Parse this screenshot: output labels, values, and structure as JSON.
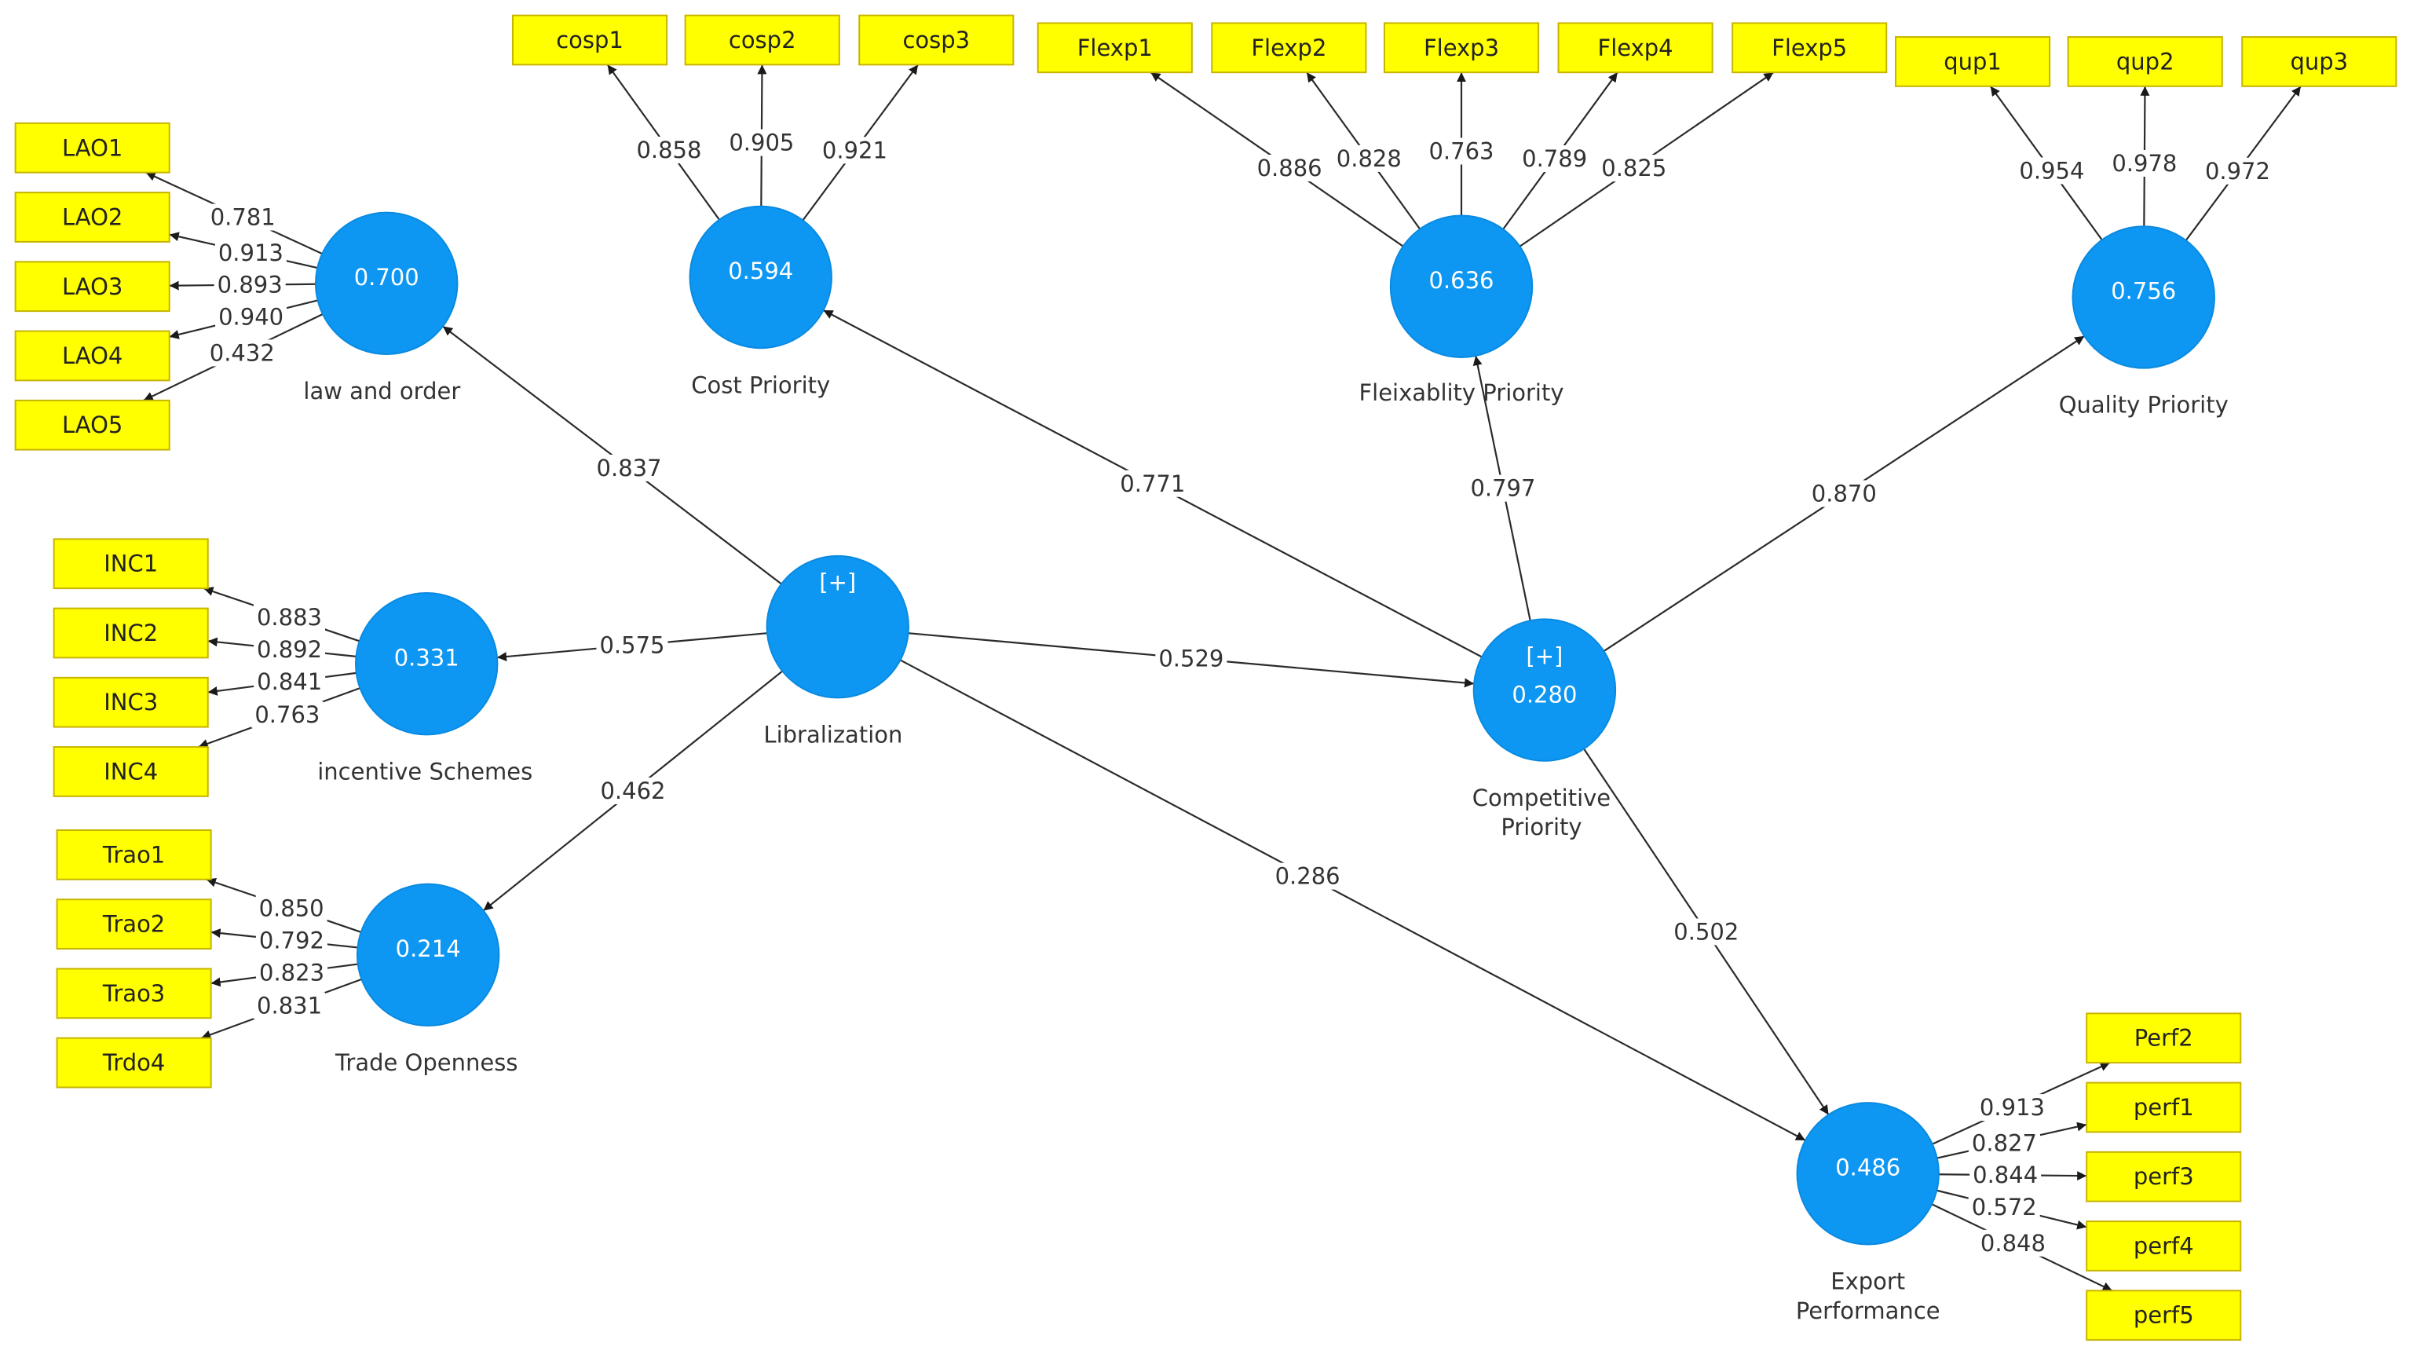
{
  "colors": {
    "latent_fill": "#0d97f2",
    "indicator_fill": "#ffff00",
    "edge": "#2b2b2b"
  },
  "indicators": [
    {
      "id": "cosp1",
      "label": "cosp1"
    },
    {
      "id": "cosp2",
      "label": "cosp2"
    },
    {
      "id": "cosp3",
      "label": "cosp3"
    },
    {
      "id": "Flexp1",
      "label": "Flexp1"
    },
    {
      "id": "Flexp2",
      "label": "Flexp2"
    },
    {
      "id": "Flexp3",
      "label": "Flexp3"
    },
    {
      "id": "Flexp4",
      "label": "Flexp4"
    },
    {
      "id": "Flexp5",
      "label": "Flexp5"
    },
    {
      "id": "qup1",
      "label": "qup1"
    },
    {
      "id": "qup2",
      "label": "qup2"
    },
    {
      "id": "qup3",
      "label": "qup3"
    },
    {
      "id": "LAO1",
      "label": "LAO1"
    },
    {
      "id": "LAO2",
      "label": "LAO2"
    },
    {
      "id": "LAO3",
      "label": "LAO3"
    },
    {
      "id": "LAO4",
      "label": "LAO4"
    },
    {
      "id": "LAO5",
      "label": "LAO5"
    },
    {
      "id": "INC1",
      "label": "INC1"
    },
    {
      "id": "INC2",
      "label": "INC2"
    },
    {
      "id": "INC3",
      "label": "INC3"
    },
    {
      "id": "INC4",
      "label": "INC4"
    },
    {
      "id": "Trao1",
      "label": "Trao1"
    },
    {
      "id": "Trao2",
      "label": "Trao2"
    },
    {
      "id": "Trao3",
      "label": "Trao3"
    },
    {
      "id": "Trdo4",
      "label": "Trdo4"
    },
    {
      "id": "Perf2",
      "label": "Perf2"
    },
    {
      "id": "perf1",
      "label": "perf1"
    },
    {
      "id": "perf3",
      "label": "perf3"
    },
    {
      "id": "perf4",
      "label": "perf4"
    },
    {
      "id": "perf5",
      "label": "perf5"
    }
  ],
  "latents": [
    {
      "id": "lao",
      "value": "0.700",
      "name_lines": [
        "law and order"
      ],
      "plus": ""
    },
    {
      "id": "cost",
      "value": "0.594",
      "name_lines": [
        "Cost Priority"
      ],
      "plus": ""
    },
    {
      "id": "flex",
      "value": "0.636",
      "name_lines": [
        "Fleixablity Priority"
      ],
      "plus": ""
    },
    {
      "id": "qual",
      "value": "0.756",
      "name_lines": [
        "Quality Priority"
      ],
      "plus": ""
    },
    {
      "id": "inc",
      "value": "0.331",
      "name_lines": [
        "incentive Schemes"
      ],
      "plus": ""
    },
    {
      "id": "lib",
      "value": "",
      "name_lines": [
        "Libralization"
      ],
      "plus": "[+]"
    },
    {
      "id": "comp",
      "value": "0.280",
      "name_lines": [
        "Competitive",
        "Priority"
      ],
      "plus": "[+]"
    },
    {
      "id": "trade",
      "value": "0.214",
      "name_lines": [
        "Trade Openness"
      ],
      "plus": ""
    },
    {
      "id": "exp",
      "value": "0.486",
      "name_lines": [
        "Export",
        "Performance"
      ],
      "plus": ""
    }
  ],
  "loadings": [
    {
      "latent": "cost",
      "indicator": "cosp1",
      "value": "0.858"
    },
    {
      "latent": "cost",
      "indicator": "cosp2",
      "value": "0.905"
    },
    {
      "latent": "cost",
      "indicator": "cosp3",
      "value": "0.921"
    },
    {
      "latent": "flex",
      "indicator": "Flexp1",
      "value": "0.886"
    },
    {
      "latent": "flex",
      "indicator": "Flexp2",
      "value": "0.828"
    },
    {
      "latent": "flex",
      "indicator": "Flexp3",
      "value": "0.763"
    },
    {
      "latent": "flex",
      "indicator": "Flexp4",
      "value": "0.789"
    },
    {
      "latent": "flex",
      "indicator": "Flexp5",
      "value": "0.825"
    },
    {
      "latent": "qual",
      "indicator": "qup1",
      "value": "0.954"
    },
    {
      "latent": "qual",
      "indicator": "qup2",
      "value": "0.978"
    },
    {
      "latent": "qual",
      "indicator": "qup3",
      "value": "0.972"
    },
    {
      "latent": "lao",
      "indicator": "LAO1",
      "value": "0.781"
    },
    {
      "latent": "lao",
      "indicator": "LAO2",
      "value": "0.913"
    },
    {
      "latent": "lao",
      "indicator": "LAO3",
      "value": "0.893"
    },
    {
      "latent": "lao",
      "indicator": "LAO4",
      "value": "0.940"
    },
    {
      "latent": "lao",
      "indicator": "LAO5",
      "value": "0.432"
    },
    {
      "latent": "inc",
      "indicator": "INC1",
      "value": "0.883"
    },
    {
      "latent": "inc",
      "indicator": "INC2",
      "value": "0.892"
    },
    {
      "latent": "inc",
      "indicator": "INC3",
      "value": "0.841"
    },
    {
      "latent": "inc",
      "indicator": "INC4",
      "value": "0.763"
    },
    {
      "latent": "trade",
      "indicator": "Trao1",
      "value": "0.850"
    },
    {
      "latent": "trade",
      "indicator": "Trao2",
      "value": "0.792"
    },
    {
      "latent": "trade",
      "indicator": "Trao3",
      "value": "0.823"
    },
    {
      "latent": "trade",
      "indicator": "Trdo4",
      "value": "0.831"
    },
    {
      "latent": "exp",
      "indicator": "Perf2",
      "value": "0.913"
    },
    {
      "latent": "exp",
      "indicator": "perf1",
      "value": "0.827"
    },
    {
      "latent": "exp",
      "indicator": "perf3",
      "value": "0.844"
    },
    {
      "latent": "exp",
      "indicator": "perf4",
      "value": "0.572"
    },
    {
      "latent": "exp",
      "indicator": "perf5",
      "value": "0.848"
    }
  ],
  "paths": [
    {
      "from": "lib",
      "to": "lao",
      "value": "0.837"
    },
    {
      "from": "lib",
      "to": "inc",
      "value": "0.575"
    },
    {
      "from": "lib",
      "to": "trade",
      "value": "0.462"
    },
    {
      "from": "lib",
      "to": "comp",
      "value": "0.529"
    },
    {
      "from": "lib",
      "to": "exp",
      "value": "0.286"
    },
    {
      "from": "comp",
      "to": "cost",
      "value": "0.771"
    },
    {
      "from": "comp",
      "to": "flex",
      "value": "0.797"
    },
    {
      "from": "comp",
      "to": "qual",
      "value": "0.870"
    },
    {
      "from": "comp",
      "to": "exp",
      "value": "0.502"
    }
  ]
}
